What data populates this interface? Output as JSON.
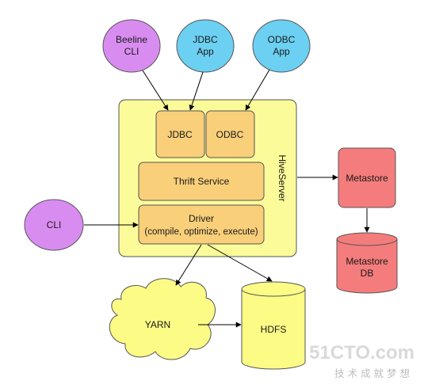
{
  "nodes": {
    "beeline": {
      "line1": "Beeline",
      "line2": "CLI"
    },
    "jdbc_app": {
      "line1": "JDBC",
      "line2": "App"
    },
    "odbc_app": {
      "line1": "ODBC",
      "line2": "App"
    },
    "hiveserver": {
      "label": "HiveServer"
    },
    "jdbc": {
      "label": "JDBC"
    },
    "odbc": {
      "label": "ODBC"
    },
    "thrift": {
      "label": "Thrift Service"
    },
    "driver": {
      "line1": "Driver",
      "line2": "(compile, optimize, execute)"
    },
    "cli": {
      "label": "CLI"
    },
    "metastore": {
      "label": "Metastore"
    },
    "metastore_db": {
      "line1": "Metastore",
      "line2": "DB"
    },
    "yarn": {
      "label": "YARN"
    },
    "hdfs": {
      "label": "HDFS"
    }
  },
  "colors": {
    "client_purple": "#d98cf0",
    "client_blue": "#6cd0f2",
    "server_yellow": "#fbfb9a",
    "component_orange": "#f9cf7a",
    "metastore_red": "#f57c7c",
    "storage_yellow": "#fbfb86"
  },
  "watermark": {
    "main": "51CTO.com",
    "sub": "技术成就梦想"
  }
}
